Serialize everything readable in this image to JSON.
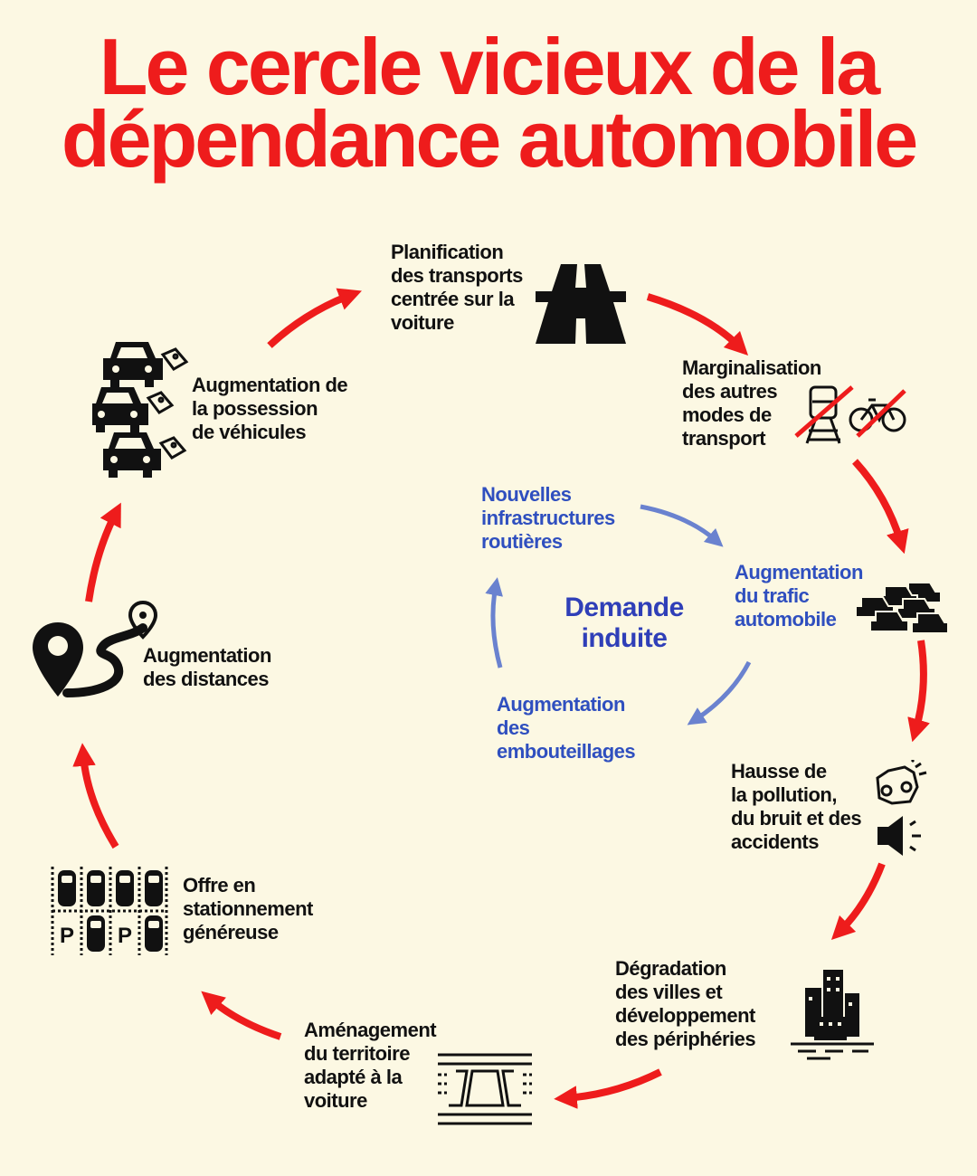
{
  "title": {
    "line1": "Le cercle vicieux de la",
    "line2": "dépendance automobile"
  },
  "outer_cycle": [
    {
      "lines": [
        "Planification",
        "des transports",
        "centrée sur la",
        "voiture"
      ],
      "icon": "highway-icon"
    },
    {
      "lines": [
        "Marginalisation",
        "des autres",
        "modes de",
        "transport"
      ],
      "icon": "no-train-no-bike-icon"
    },
    {
      "lines": [
        "Augmentation",
        "du trafic",
        "automobile"
      ],
      "icon": "traffic-icon"
    },
    {
      "lines": [
        "Hausse de",
        "la pollution,",
        "du bruit et des",
        "accidents"
      ],
      "icon": "crash-noise-icon"
    },
    {
      "lines": [
        "Dégradation",
        "des villes et",
        "développement",
        "des périphéries"
      ],
      "icon": "city-icon"
    },
    {
      "lines": [
        "Aménagement",
        "du territoire",
        "adapté à la",
        "voiture"
      ],
      "icon": "road-interchange-icon"
    },
    {
      "lines": [
        "Offre en",
        "stationnement",
        "généreuse"
      ],
      "icon": "parking-icon"
    },
    {
      "lines": [
        "Augmentation",
        "des distances"
      ],
      "icon": "route-pin-icon"
    },
    {
      "lines": [
        "Augmentation de",
        "la possession",
        "de véhicules"
      ],
      "icon": "cars-price-tag-icon"
    }
  ],
  "inner_cycle": {
    "center": [
      "Demande",
      "induite"
    ],
    "nodes": [
      {
        "lines": [
          "Nouvelles",
          "infrastructures",
          "routières"
        ]
      },
      {
        "lines": [
          "Augmentation",
          "des",
          "embouteillages"
        ]
      }
    ]
  },
  "parking": {
    "letter": "P"
  },
  "colors": {
    "background": "#fcf8e3",
    "title": "#ee1c1c",
    "outer_arrows": "#ee1c1c",
    "inner_arrows": "#6a82cf",
    "inner_text": "#2f4fbf",
    "text": "#111111"
  }
}
